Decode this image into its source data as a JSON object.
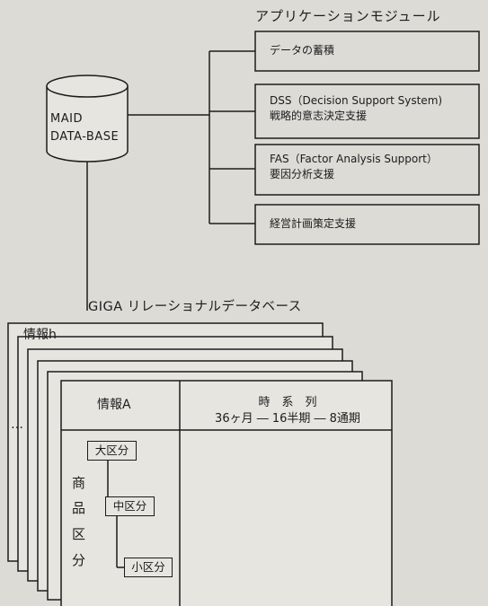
{
  "modules": {
    "title": "アプリケーションモジュール",
    "items": [
      {
        "lines": [
          "データの蓄積"
        ]
      },
      {
        "lines": [
          "DSS（Decision  Support System)",
          "戦略的意志決定支援"
        ]
      },
      {
        "lines": [
          "FAS（Factor Analysis Support）",
          "要因分析支援"
        ]
      },
      {
        "lines": [
          "経営計画策定支援"
        ]
      }
    ]
  },
  "database": {
    "line1": "MAID",
    "line2": "DATA-BASE"
  },
  "giga_title": "GIGA リレーショナルデータベース",
  "info": {
    "back_label": "情報h",
    "front_label": "情報A",
    "dots": "…"
  },
  "time_series": {
    "title": "時　系　列",
    "detail": "36ヶ月 ― 16半期 ― 8通期"
  },
  "products": {
    "label_chars": [
      "商",
      "品",
      "区",
      "分"
    ],
    "large": "大区分",
    "medium": "中区分",
    "small": "小区分"
  }
}
